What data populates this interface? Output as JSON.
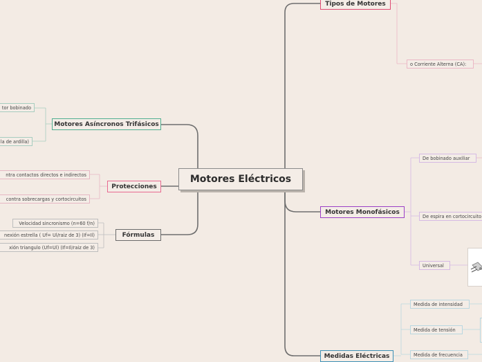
{
  "central": "Motores Eléctricos",
  "left": [
    {
      "label": "Motores Asíncronos Trifásicos",
      "children": [
        "tor bobinado",
        "la de ardilla)"
      ]
    },
    {
      "label": "Protecciones",
      "children": [
        "ntra contactos directos e indirectos",
        "contra sobrecargas y cortocircuitos"
      ]
    },
    {
      "label": "Fórmulas",
      "children": [
        "Velocidad sincronismo  (n=60 f/n)",
        "nexión estrella  ( Uf= Ul/raiz de 3)  (If=Il)",
        "xión triangulo  (Uf=Ul)  (If=Il/raiz de 3)"
      ]
    }
  ],
  "right": [
    {
      "label": "Tipos de Motores",
      "children": [
        "o Corriente Alterna (CA):"
      ]
    },
    {
      "label": "Motores Monofásicos",
      "children": [
        "De bobinado  auxiliar",
        "De espira en cortocircuito",
        "Universal"
      ]
    },
    {
      "label": "Medidas Eléctricas",
      "children": [
        "Medida de intensidad",
        "Medida de tensión",
        "Medida de frecuencia"
      ]
    }
  ],
  "colors": {
    "asincronos": "#4fae8f",
    "protecciones": "#e8698f",
    "formulas": "#6b6b6b",
    "tipos": "#e04a72",
    "monofasicos": "#9b3fc6",
    "medidas": "#3c8fb5"
  }
}
